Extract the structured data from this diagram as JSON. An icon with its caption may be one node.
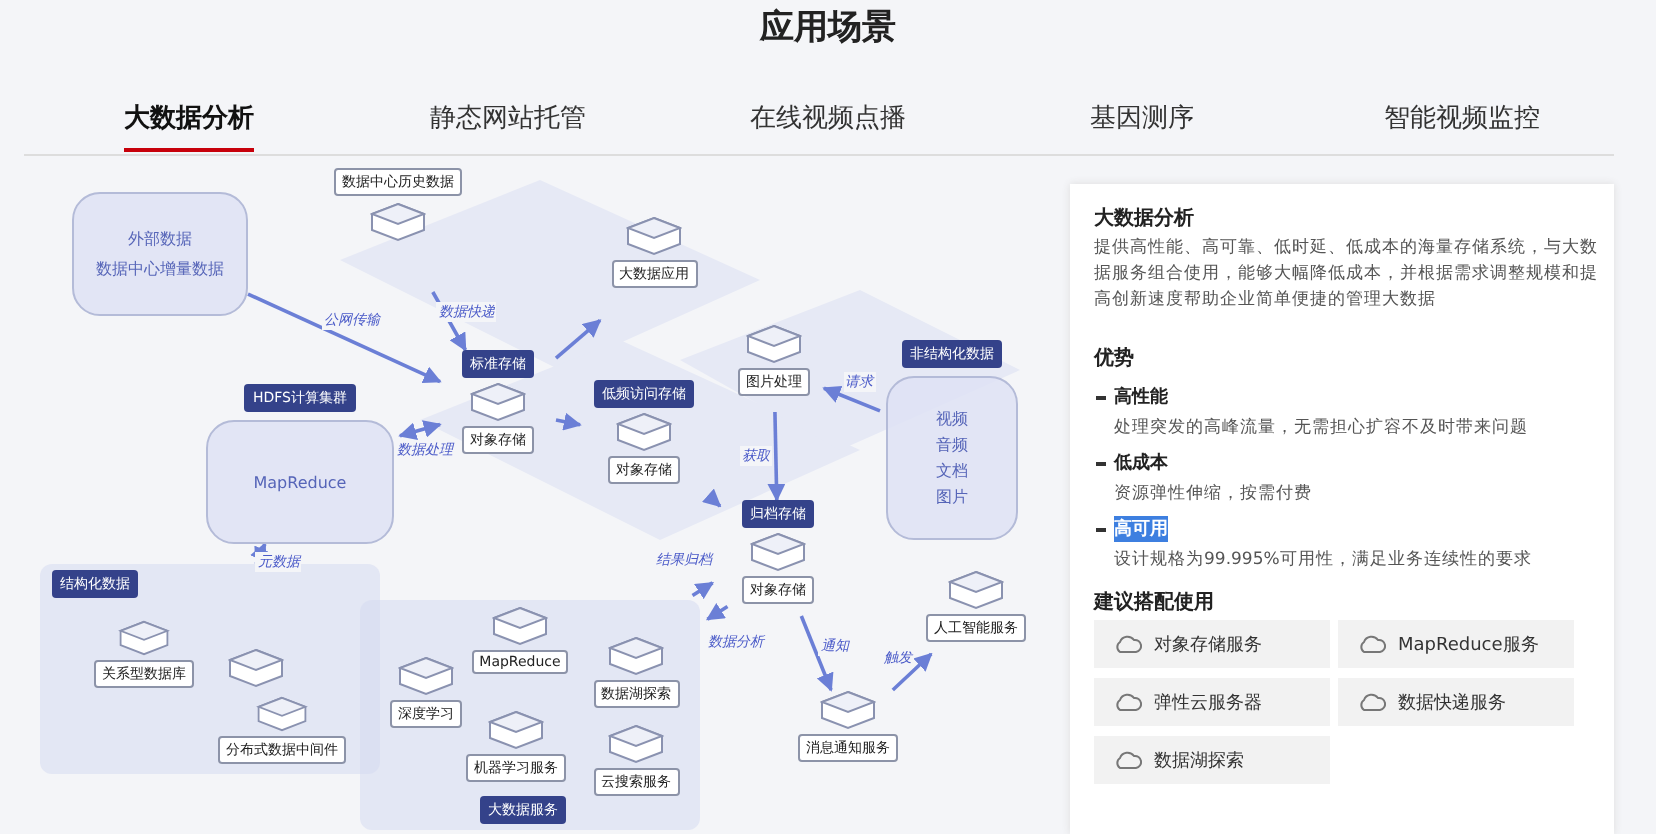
{
  "diagram": {
    "title": "应用场景",
    "nodes": [
      {
        "text": [
          "数据中心历史数据"
        ]
      },
      {
        "text": [
          "外部数据",
          "数据中心增量数据"
        ]
      },
      {
        "text": [
          "标准存储",
          "对象存储"
        ]
      },
      {
        "text": [
          "大数据应用"
        ]
      },
      {
        "text": [
          "低频访问存储",
          "对象存储"
        ]
      },
      {
        "text": [
          "归档存储",
          "对象存储"
        ]
      },
      {
        "text": [
          "图片处理"
        ]
      },
      {
        "text": [
          "非结构化数据",
          "视频",
          "音频",
          "文档",
          "图片"
        ]
      },
      {
        "text": [
          "HDFS计算集群",
          "MapReduce"
        ]
      },
      {
        "text": [
          "结构化数据"
        ]
      },
      {
        "text": [
          "关系型数据库"
        ],
        "in": 9
      },
      {
        "text": [],
        "shape": "box",
        "in": 9
      },
      {
        "text": [
          "分布式数据中间件"
        ],
        "in": 9
      },
      {
        "text": [
          "大数据服务"
        ]
      },
      {
        "text": [
          "MapReduce"
        ],
        "in": 13
      },
      {
        "text": [
          "深度学习"
        ],
        "in": 13
      },
      {
        "text": [
          "数据湖探索"
        ],
        "in": 13
      },
      {
        "text": [
          "机器学习服务"
        ],
        "in": 13
      },
      {
        "text": [
          "云搜索服务"
        ],
        "in": 13
      },
      {
        "text": [
          "消息通知服务"
        ]
      },
      {
        "text": [
          "人工智能服务"
        ]
      }
    ],
    "edges": [
      {
        "from": 0,
        "to": 2,
        "arrow": "to",
        "label": "数据快递"
      },
      {
        "from": 1,
        "to": 2,
        "arrow": "to",
        "label": "公网传输"
      },
      {
        "from": 2,
        "to": 3,
        "arrow": "to"
      },
      {
        "from": 2,
        "to": 4,
        "arrow": "to"
      },
      {
        "from": 4,
        "to": 5,
        "arrow": "to"
      },
      {
        "from": 8,
        "to": 2,
        "arrow": "both",
        "label": "数据处理"
      },
      {
        "from": 8,
        "to": 9,
        "arrow": "both",
        "label": "元数据"
      },
      {
        "from": 7,
        "to": 6,
        "arrow": "to",
        "label": "请求"
      },
      {
        "from": 6,
        "to": 5,
        "arrow": "to",
        "label": "获取"
      },
      {
        "from": 5,
        "to": 13,
        "arrow": "to",
        "label": "数据分析"
      },
      {
        "from": 13,
        "to": 5,
        "arrow": "to",
        "label": "结果归档"
      },
      {
        "from": 5,
        "to": 19,
        "arrow": "to",
        "label": "通知"
      },
      {
        "from": 19,
        "to": 20,
        "arrow": "to",
        "label": "触发"
      }
    ],
    "labels": [
      "大数据分析",
      "静态网站托管",
      "在线视频点播",
      "基因测序",
      "智能视频监控",
      "大数据分析",
      "提供高性能、高可靠、低时延、低成本的海量存储系统，与大数据服务组合使用，能够大幅降低成本，并根据需求调整规模和提高创新速度帮助企业简单便捷的管理大数据",
      "优势",
      "高性能",
      "处理突发的高峰流量，无需担心扩容不及时带来问题",
      "低成本",
      "资源弹性伸缩，按需付费",
      "高可用",
      "设计规格为99.995%可用性，满足业务连续性的要求",
      "建议搭配使用",
      "对象存储服务",
      "MapReduce服务",
      "弹性云服务器",
      "数据快递服务",
      "数据湖探索"
    ]
  }
}
